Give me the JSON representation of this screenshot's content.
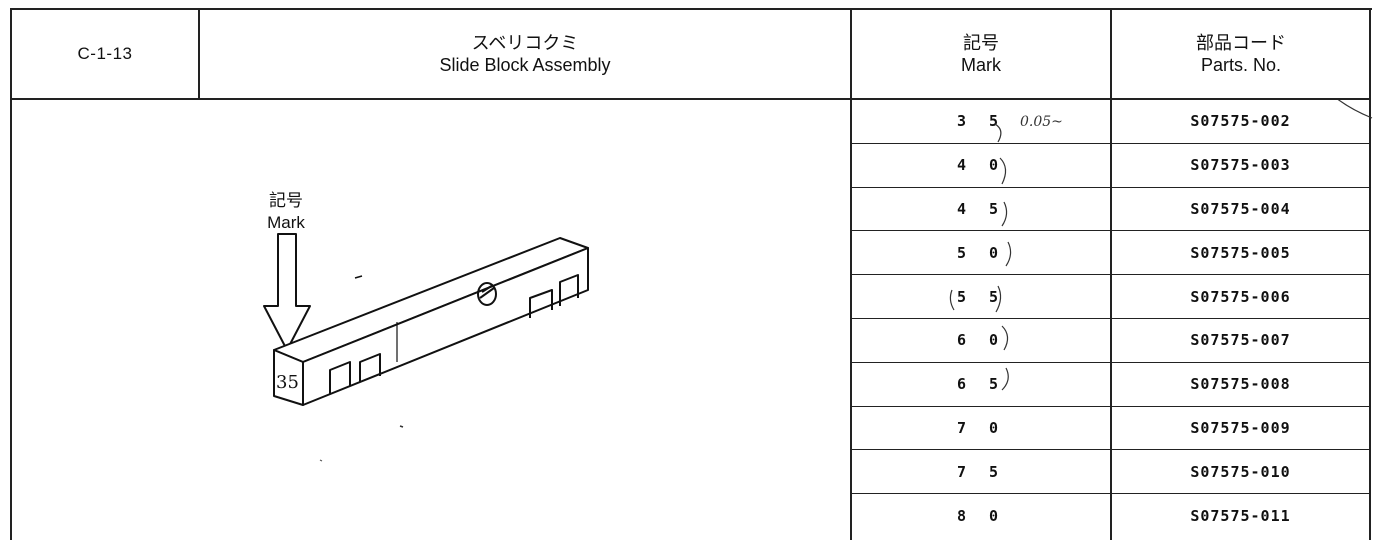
{
  "header": {
    "code": "C-1-13",
    "title_jp": "スベリコクミ",
    "title_en": "Slide Block Assembly",
    "mark_jp": "記号",
    "mark_en": "Mark",
    "parts_jp": "部品コード",
    "parts_en": "Parts. No."
  },
  "figure": {
    "label_jp": "記号",
    "label_en": "Mark",
    "stamp": "35"
  },
  "handwritten_note": "0.05~",
  "rows": [
    {
      "mark": "3 5",
      "part": "S07575-002"
    },
    {
      "mark": "4 0",
      "part": "S07575-003"
    },
    {
      "mark": "4 5",
      "part": "S07575-004"
    },
    {
      "mark": "5 0",
      "part": "S07575-005"
    },
    {
      "mark": "5 5",
      "part": "S07575-006"
    },
    {
      "mark": "6 0",
      "part": "S07575-007"
    },
    {
      "mark": "6 5",
      "part": "S07575-008"
    },
    {
      "mark": "7 0",
      "part": "S07575-009"
    },
    {
      "mark": "7 5",
      "part": "S07575-010"
    },
    {
      "mark": "8 0",
      "part": "S07575-011"
    }
  ]
}
